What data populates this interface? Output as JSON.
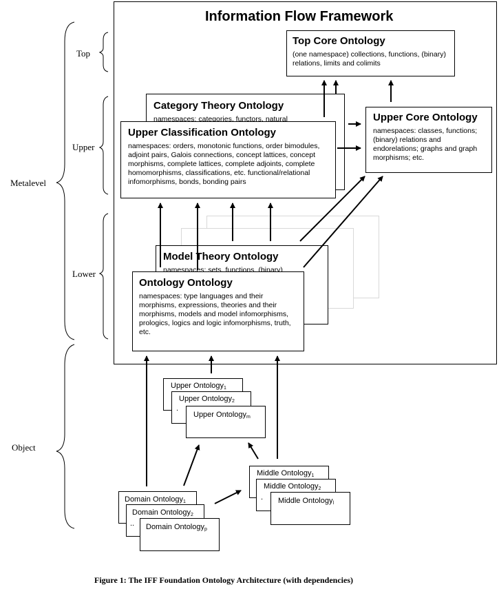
{
  "framework": {
    "title": "Information Flow Framework"
  },
  "levels": {
    "metalevel": "Metalevel",
    "top": "Top",
    "upper": "Upper",
    "lower": "Lower",
    "object": "Object"
  },
  "boxes": {
    "top_core": {
      "title": "Top Core Ontology",
      "desc": "(one namespace) collections, functions, (binary) relations, limits and colimits"
    },
    "upper_core": {
      "title": "Upper Core Ontology",
      "desc": "namespaces: classes, functions; (binary) relations and endorelations; graphs and graph morphisms; etc."
    },
    "category_theory": {
      "title": "Category Theory Ontology",
      "desc": "namespaces: categories, functors, natural"
    },
    "upper_classification": {
      "title": "Upper Classification Ontology",
      "desc": "namespaces: orders, monotonic functions, order bimodules, adjoint pairs, Galois connections, concept lattices, concept morphisms, complete lattices, complete adjoints, complete homomorphisms, classifications, etc. functional/relational infomorphisms, bonds, bonding pairs"
    },
    "model_theory": {
      "title": "Model Theory Ontology",
      "desc": "namespaces: sets, functions, (binary)"
    },
    "ontology_ontology": {
      "title": "Ontology Ontology",
      "desc": "namespaces: type languages and their morphisms, expressions, theories and their morphisms, models and model infomorphisms, prologics, logics and logic infomorphisms, truth, etc."
    }
  },
  "stacks": {
    "upper": {
      "label": "Upper Ontology",
      "sub1": "1",
      "sub2": "2",
      "subm": "m",
      "dot": "."
    },
    "middle": {
      "label": "Middle Ontology",
      "sub1": "1",
      "sub2": "2",
      "subl": "l",
      "dot": "."
    },
    "domain": {
      "label": "Domain Ontology",
      "sub1": "1",
      "sub2": "2",
      "subp": "p",
      "dot": ".."
    }
  },
  "caption": "Figure 1: The IFF Foundation Ontology Architecture (with dependencies)"
}
